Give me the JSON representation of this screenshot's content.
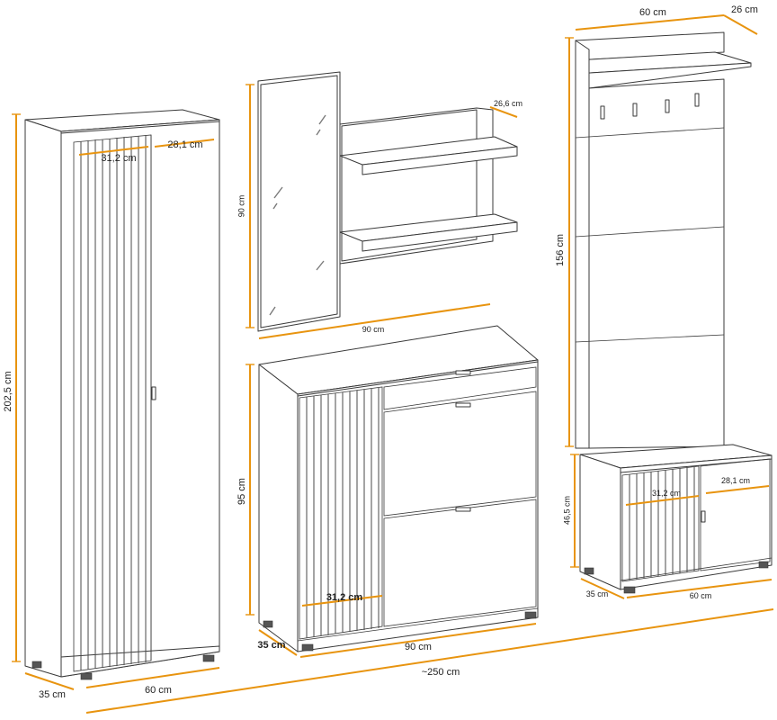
{
  "dimensions": {
    "wardrobe_height": "202,5 cm",
    "wardrobe_depth": "35 cm",
    "wardrobe_width": "60 cm",
    "wardrobe_slat_door": "31,2 cm",
    "wardrobe_right_door": "28,1 cm",
    "mirror_height": "90 cm",
    "shelf_depth": "26,6 cm",
    "mirror_shelf_width": "90 cm",
    "shoe_cabinet_height": "95 cm",
    "shoe_cabinet_slat_door": "31,2 cm",
    "shoe_cabinet_width": "90 cm",
    "shoe_cabinet_depth": "35 cm",
    "total_width": "~250 cm",
    "rack_width": "60 cm",
    "rack_depth": "26 cm",
    "rack_panel_height": "156 cm",
    "bench_height": "46,5 cm",
    "bench_slat_door": "31,2 cm",
    "bench_right_door": "28,1 cm",
    "bench_depth": "35 cm",
    "bench_width": "60 cm"
  }
}
